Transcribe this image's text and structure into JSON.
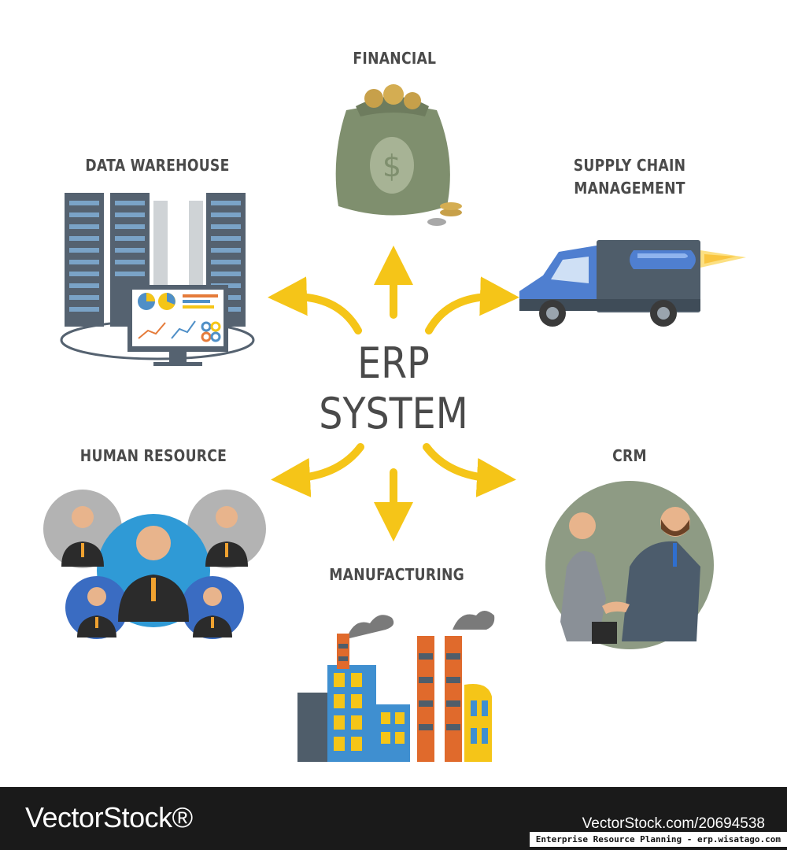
{
  "center": {
    "line1": "ERP",
    "line2": "SYSTEM"
  },
  "modules": {
    "financial": "FINANCIAL",
    "data_warehouse": "DATA WAREHOUSE",
    "supply_chain_line1": "SUPPLY CHAIN",
    "supply_chain_line2": "MANAGEMENT",
    "human_resource": "HUMAN RESOURCE",
    "crm": "CRM",
    "manufacturing": "MANUFACTURING"
  },
  "icons": {
    "financial": "money-bag-icon",
    "data_warehouse": "server-rack-icon",
    "supply_chain": "delivery-truck-icon",
    "human_resource": "team-icon",
    "crm": "handshake-icon",
    "manufacturing": "factory-icon"
  },
  "colors": {
    "arrow": "#f5c518",
    "text": "#4a4a4a"
  },
  "watermark": {
    "brand": "VectorStock®",
    "id": "VectorStock.com/20694538"
  },
  "caption": "Enterprise Resource Planning - erp.wisatago.com"
}
